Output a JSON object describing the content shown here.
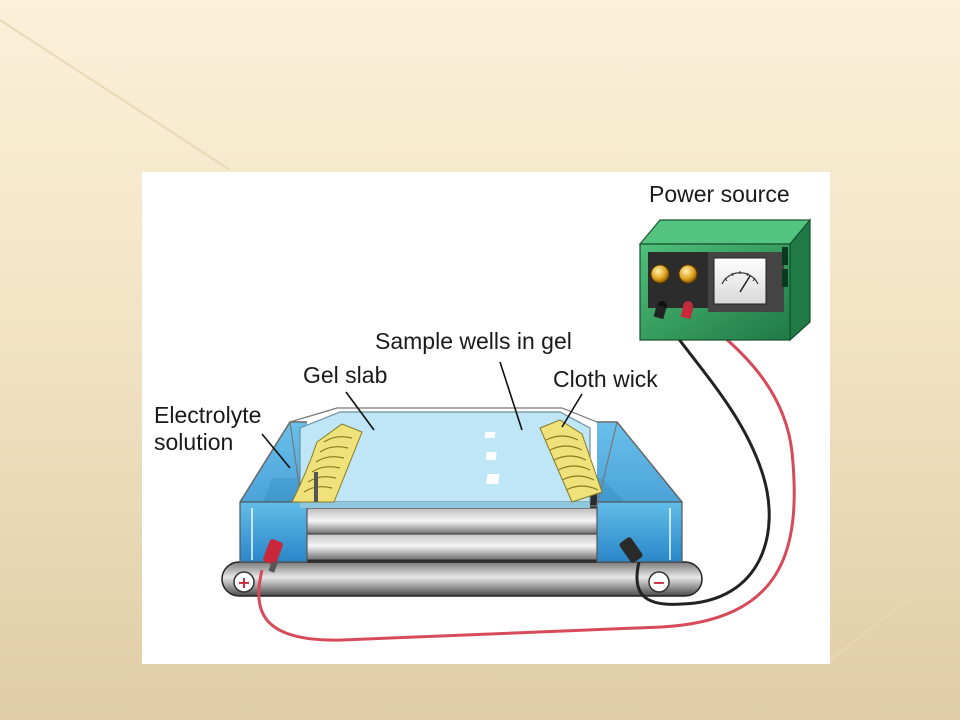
{
  "labels": {
    "power_source": "Power source",
    "sample_wells": "Sample wells in gel",
    "gel_slab": "Gel slab",
    "cloth_wick": "Cloth wick",
    "electrolyte": "Electrolyte\nsolution"
  },
  "terminals": {
    "positive": "+",
    "negative": "−"
  },
  "colors": {
    "gel": "#bfe6f6",
    "electrolyte": "#4aa8df",
    "wick": "#f0e27a",
    "case_green": "#2c9c5c",
    "wire_red": "#d64a5a",
    "wire_black": "#222222",
    "base_dark": "#3a3a3a"
  }
}
